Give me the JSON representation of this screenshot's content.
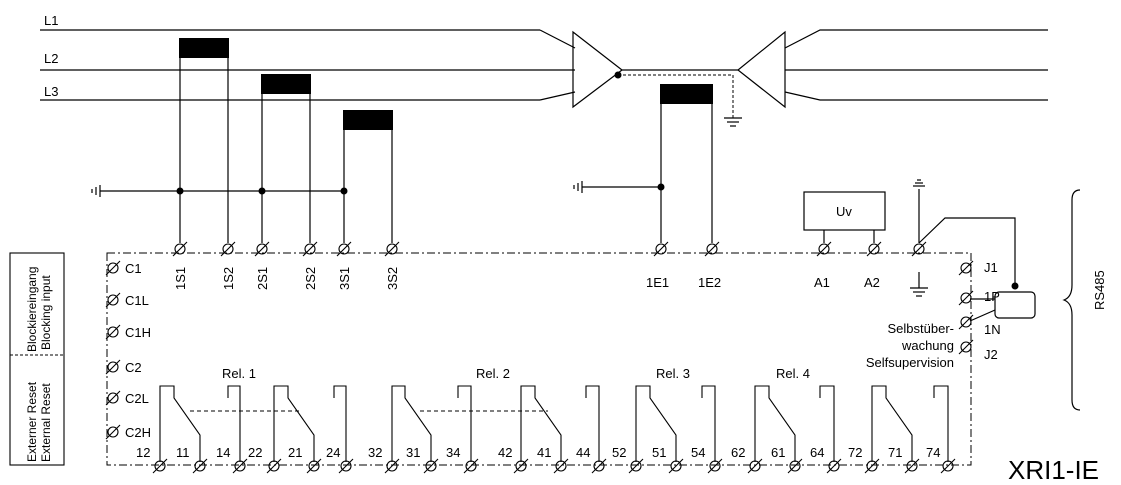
{
  "lines": [
    "L1",
    "L2",
    "L3"
  ],
  "ct_terminals": [
    "1S1",
    "1S2",
    "2S1",
    "2S2",
    "3S1",
    "3S2"
  ],
  "earth_ct_terminals": [
    "1E1",
    "1E2"
  ],
  "aux_supply": {
    "label": "Uv",
    "terminals": [
      "A1",
      "A2"
    ]
  },
  "control_terminals": [
    "C1",
    "C1L",
    "C1H",
    "C2",
    "C2L",
    "C2H"
  ],
  "blocking_box": {
    "line1": "Blockiereingang",
    "line2": "Blocking input"
  },
  "reset_box": {
    "line1": "Externer Reset",
    "line2": "External Reset"
  },
  "comm_terminals": [
    "J1",
    "1P",
    "1N",
    "J2"
  ],
  "selfsupervision": {
    "line1": "Selbstüber-",
    "line2": "wachung",
    "line3": "Selfsupervision"
  },
  "relays": [
    "Rel. 1",
    "Rel. 2",
    "Rel. 3",
    "Rel. 4"
  ],
  "relay_terminals": [
    "12",
    "11",
    "14",
    "22",
    "21",
    "24",
    "32",
    "31",
    "34",
    "42",
    "41",
    "44",
    "52",
    "51",
    "54",
    "62",
    "61",
    "64",
    "72",
    "71",
    "74"
  ],
  "bus_label": "RS485",
  "device_name": "XRI1-IE"
}
